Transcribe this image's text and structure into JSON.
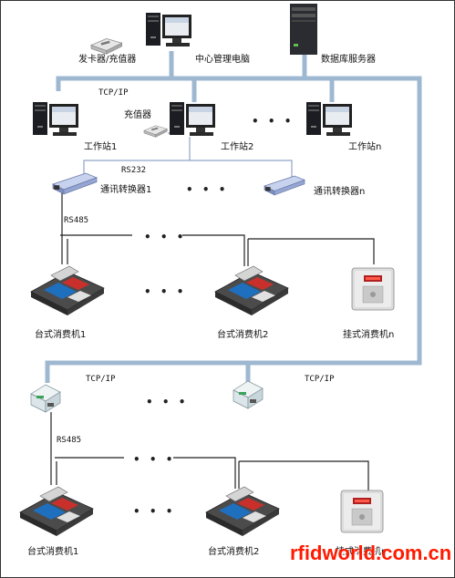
{
  "colors": {
    "backbone": "#9fb8d2",
    "wire": "#222222",
    "serial": "#8fa3c8",
    "watermark": "#ff1a00"
  },
  "labels": {
    "card_issuer": "发卡器/充值器",
    "central_pc": "中心管理电脑",
    "db_server": "数据库服务器",
    "tcpip_top": "TCP/IP",
    "charger": "充值器",
    "ws1": "工作站1",
    "ws2": "工作站2",
    "wsn": "工作站n",
    "rs232": "RS232",
    "conv1": "通讯转换器1",
    "convn": "通讯转换器n",
    "rs485_a": "RS485",
    "desk1_a": "台式消费机1",
    "desk2_a": "台式消费机2",
    "wall_a": "挂式消费机n",
    "tcpip_l": "TCP/IP",
    "tcpip_r": "TCP/IP",
    "rs485_b": "RS485",
    "desk1_b": "台式消费机1",
    "desk2_b": "台式消费机2",
    "wall_b": "挂式消费机n"
  },
  "ellipsis": "• • •",
  "watermark": "rfidworld.com.cn",
  "icons": [
    "pc-icon",
    "server-icon",
    "card-reader-icon",
    "serial-converter-icon",
    "network-converter-icon",
    "pos-terminal-icon",
    "wall-terminal-icon"
  ]
}
